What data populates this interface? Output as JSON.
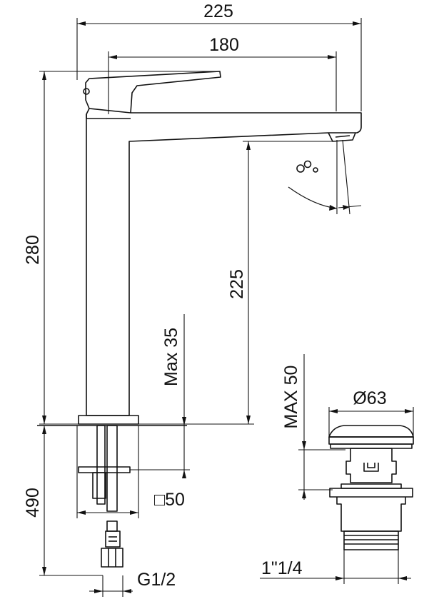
{
  "dimensions": {
    "overall_width": "225",
    "spout_reach": "180",
    "overall_height": "280",
    "spout_height": "225",
    "max_deck_thickness": "Max 35",
    "supply_length": "490",
    "base_square": "□50",
    "supply_thread": "G1/2",
    "waste_diameter": "Ø63",
    "waste_max_thickness": "MAX 50",
    "waste_thread": "1\"1/4"
  },
  "icons": {
    "aerator": "aerator-bubbles-icon"
  }
}
